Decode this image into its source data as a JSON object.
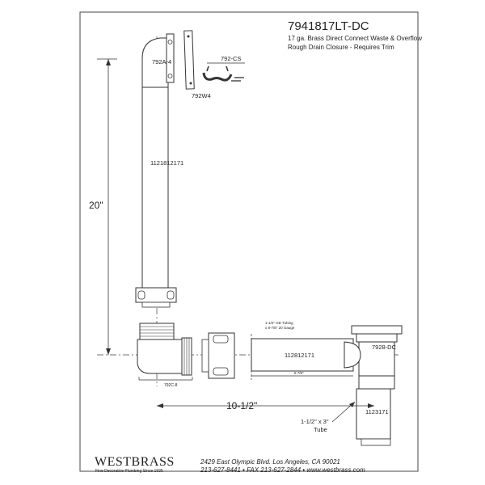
{
  "title": {
    "model": "7941817LT-DC",
    "line1": "17 ga. Brass Direct Connect Waste & Overflow",
    "line2": "Rough Drain Closure - Requires Trim"
  },
  "parts": {
    "elbow_top": "792A-4",
    "gasket": "792W4",
    "closure": "792-CS",
    "long_tube": "1121812171",
    "tee": "792C-8",
    "drain_tube": "112812171",
    "drain": "7928-DC",
    "tailpiece": "1123171",
    "tubing_note1": "1-1/2\" OD Tubing",
    "tubing_note2": "x 8-7/8\" 20 Gauge",
    "inner_dim": "8 7/8\"",
    "tube_label1": "1-1/2\" x 3\"",
    "tube_label2": "Tube"
  },
  "dimensions": {
    "height": "20\"",
    "width": "10-1/2\""
  },
  "footer": {
    "brand": "WESTBRASS",
    "tagline": "Fine Decorative Plumbing Since 1935",
    "address": "2429 East Olympic Blvd. Los Angeles, CA  90021",
    "contact": "213-627-8441 • FAX 213-627-2844 • www.westbrass.com"
  }
}
